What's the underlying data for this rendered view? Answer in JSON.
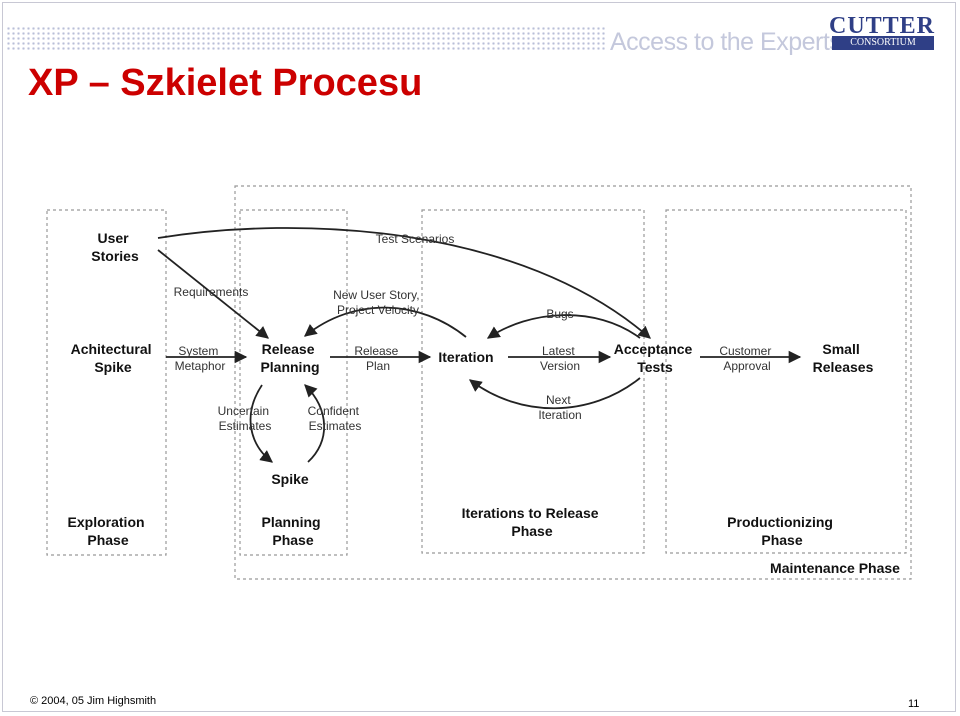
{
  "header": {
    "title": "XP – Szkielet Procesu",
    "tagline": "Access to the Experts",
    "logo_word": "CUTTER",
    "logo_sub": "CONSORTIUM"
  },
  "footer": {
    "copyright": "© 2004, 05 Jim Highsmith",
    "page_number": "11"
  },
  "diagram": {
    "nodes": {
      "user_stories": [
        "User",
        "Stories"
      ],
      "architectural_spike": [
        "Achitectural",
        "Spike"
      ],
      "release_planning": [
        "Release",
        "Planning"
      ],
      "iteration": [
        "Iteration"
      ],
      "acceptance_tests": [
        "Acceptance",
        "Tests"
      ],
      "small_releases": [
        "Small",
        "Releases"
      ],
      "spike": [
        "Spike"
      ]
    },
    "edge_labels": {
      "test_scenarios": [
        "Test Scenarios"
      ],
      "requirements": [
        "Requirements"
      ],
      "new_user_story": [
        "New User Story,",
        "Project Velocity"
      ],
      "bugs": [
        "Bugs"
      ],
      "system_metaphor": [
        "System",
        "Metaphor"
      ],
      "release_plan": [
        "Release",
        "Plan"
      ],
      "latest_version": [
        "Latest",
        "Version"
      ],
      "customer_approval": [
        "Customer",
        "Approval"
      ],
      "next_iteration": [
        "Next",
        "Iteration"
      ],
      "uncertain_estimates": [
        "Uncertain",
        "Estimates"
      ],
      "confident_estimates": [
        "Confident",
        "Estimates"
      ]
    },
    "phases": {
      "exploration": [
        "Exploration",
        "Phase"
      ],
      "planning": [
        "Planning",
        "Phase"
      ],
      "iterations": [
        "Iterations to Release",
        "Phase"
      ],
      "productionizing": [
        "Productionizing",
        "Phase"
      ],
      "maintenance": [
        "Maintenance Phase"
      ]
    }
  }
}
